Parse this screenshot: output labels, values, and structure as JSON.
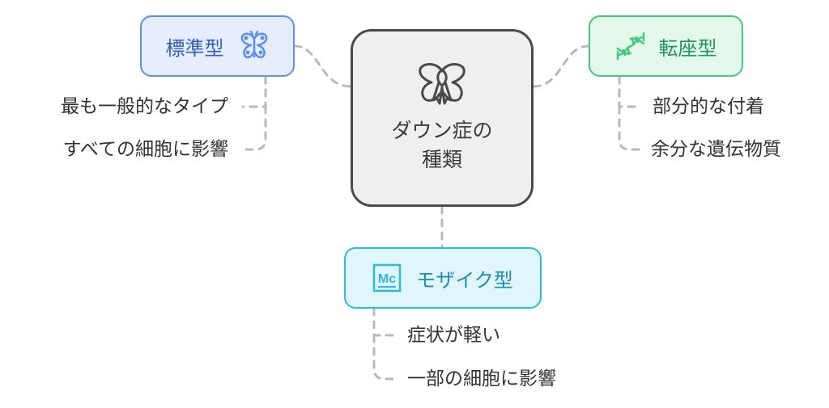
{
  "center": {
    "title": "ダウン症の\n種類",
    "icon": "ribbon-butterfly-icon"
  },
  "types": {
    "standard": {
      "label": "標準型",
      "icon": "butterfly-icon",
      "items": [
        "最も一般的なタイプ",
        "すべての細胞に影響"
      ]
    },
    "translocation": {
      "label": "転座型",
      "icon": "dna-icon",
      "items": [
        "部分的な付着",
        "余分な遺伝物質"
      ]
    },
    "mosaic": {
      "label": "モザイク型",
      "icon": "mc-icon",
      "icon_text": "Mc",
      "items": [
        "症状が軽い",
        "一部の細胞に影響"
      ]
    }
  },
  "colors": {
    "center_border": "#4a4a4a",
    "center_fill": "#efefef",
    "standard_border": "#5b8ff0",
    "standard_fill": "#e5edff",
    "translocation_border": "#45c97e",
    "translocation_fill": "#e3f8ea",
    "mosaic_border": "#2dbadf",
    "mosaic_fill": "#e0f5fc",
    "connector": "#b8b8b8"
  }
}
